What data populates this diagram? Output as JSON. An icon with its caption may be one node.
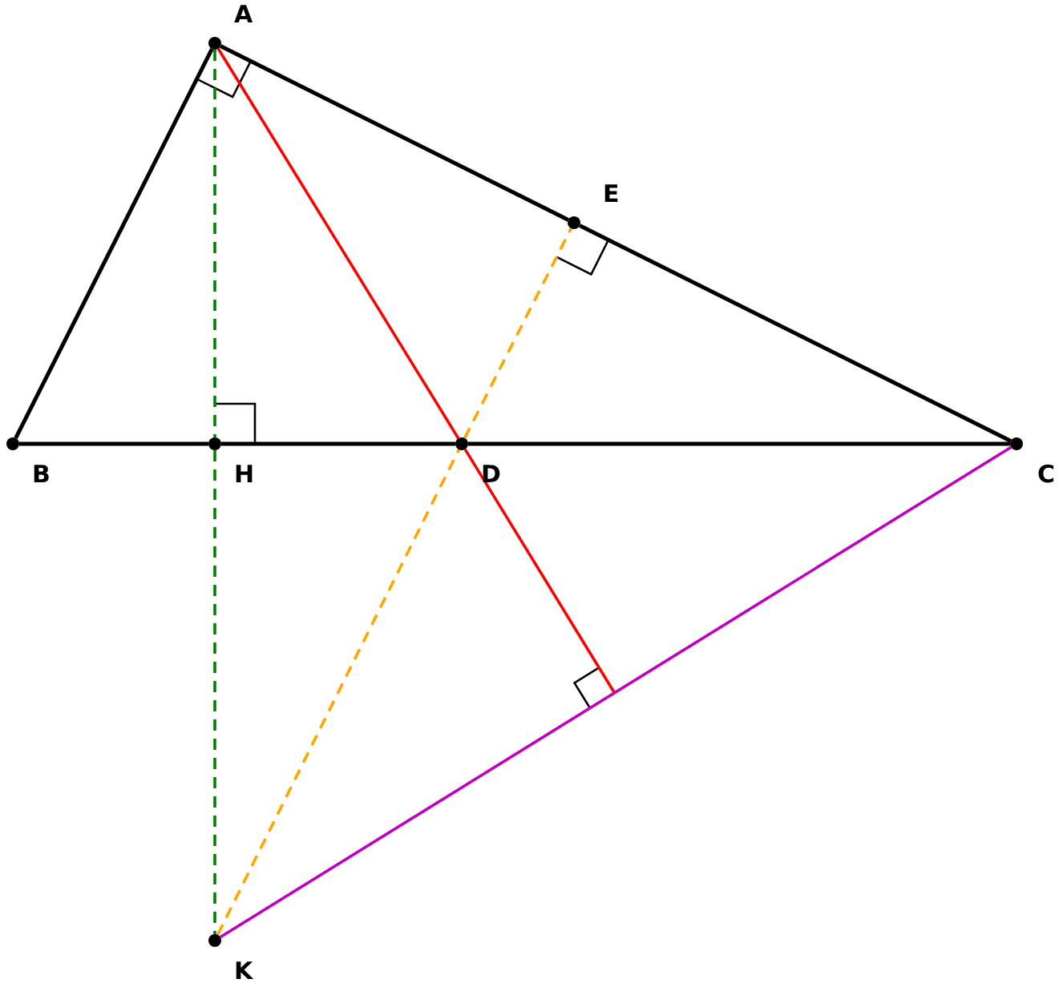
{
  "diagram": {
    "nodes": [
      {
        "text": [],
        "shape": "circle",
        "beside": [
          "A"
        ]
      },
      {
        "text": [],
        "shape": "circle",
        "beside": [
          "E"
        ]
      },
      {
        "text": [],
        "shape": "circle",
        "beside": [
          "B"
        ]
      },
      {
        "text": [],
        "shape": "circle",
        "beside": [
          "H"
        ]
      },
      {
        "text": [],
        "shape": "circle",
        "beside": [
          "D"
        ]
      },
      {
        "text": [],
        "shape": "circle",
        "beside": [
          "C"
        ]
      },
      {
        "text": [],
        "shape": "circle",
        "beside": [
          "K"
        ]
      }
    ],
    "edges": [
      {
        "from": 0,
        "to": 2,
        "arrow": "none"
      },
      {
        "from": 0,
        "to": 1,
        "arrow": "none"
      },
      {
        "from": 1,
        "to": 5,
        "arrow": "none"
      },
      {
        "from": 2,
        "to": 3,
        "arrow": "none"
      },
      {
        "from": 3,
        "to": 4,
        "arrow": "none"
      },
      {
        "from": 4,
        "to": 5,
        "arrow": "none"
      },
      {
        "from": 0,
        "to": 3,
        "arrow": "none",
        "style": "dashed",
        "color": "#008000"
      },
      {
        "from": 3,
        "to": 6,
        "arrow": "none",
        "style": "dashed",
        "color": "#008000"
      },
      {
        "from": 0,
        "to": 4,
        "arrow": "none",
        "color": "#ff0000"
      },
      {
        "from": 4,
        "to": null,
        "arrow": "none",
        "color": "#ff0000"
      },
      {
        "from": 6,
        "to": 4,
        "arrow": "none",
        "style": "dashed",
        "color": "#ffa500"
      },
      {
        "from": 4,
        "to": 1,
        "arrow": "none",
        "style": "dashed",
        "color": "#ffa500"
      },
      {
        "from": 6,
        "to": 5,
        "arrow": "none",
        "color": "#c000c0"
      }
    ]
  }
}
